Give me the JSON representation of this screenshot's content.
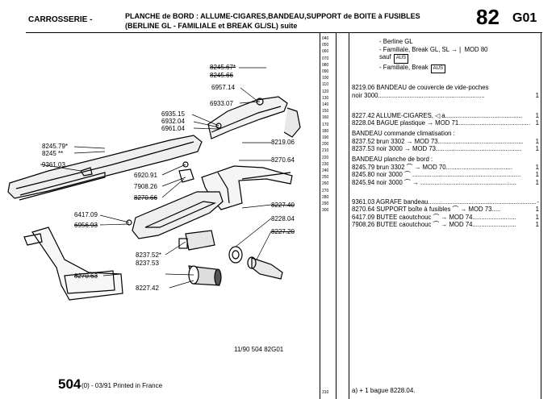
{
  "header": {
    "section": "CARROSSERIE -",
    "title_line1": "PLANCHE de BORD : ALLUME-CIGARES,BANDEAU,SUPPORT de BOITE à FUSIBLES",
    "title_line2": "(BERLINE GL - FAMILIALE et BREAK GL/SL) suite",
    "page_number": "82",
    "page_code": "G01"
  },
  "line_numbers": [
    "040",
    "050",
    "060",
    "070",
    "080",
    "090",
    "100",
    "110",
    "120",
    "130",
    "140",
    "150",
    "160",
    "170",
    "180",
    "190",
    "200",
    "210",
    "220",
    "230",
    "240",
    "250",
    "260",
    "270",
    "280",
    "290",
    "300"
  ],
  "applicability": {
    "l1": "- Berline GL",
    "l2": "- Familiale, Break GL, SL →❘ MOD 80",
    "l3_text": "sauf",
    "l3_box": "AUS",
    "l4_text": "- Familiale, Break",
    "l4_box": "AUS"
  },
  "parts": [
    {
      "text": "8219.06  BANDEAU de couvercle de vide-poches",
      "qty": ""
    },
    {
      "text": "             noir 3000.............................................................",
      "qty": "1"
    },
    {
      "text": "8227.42  ALLUME-CIGARES,  ◁ a............................................",
      "qty": "1"
    },
    {
      "text": "8228.04  BAGUE plastique → MOD 71.........................................",
      "qty": "1"
    },
    {
      "text": "             BANDEAU commande climatisation :",
      "qty": ""
    },
    {
      "text": "8237.52  brun 3302 → MOD 73.................................................",
      "qty": "1"
    },
    {
      "text": "8237.53  noir 3000 → MOD 73.................................................",
      "qty": "1"
    },
    {
      "text": "             BANDEAU planche de bord :",
      "qty": ""
    },
    {
      "text": "8245.79  brun 3302 ⌒ → MOD 70......................................",
      "qty": "1"
    },
    {
      "text": "8245.80  noir 3000 ⌒ ..............................................................",
      "qty": "1"
    },
    {
      "text": "8245.94  noir 3000 ⌒ → .......................................................",
      "qty": "1"
    },
    {
      "text": "9361.03  AGRAFE bandeau..............................................................",
      "qty": "-"
    },
    {
      "text": "8270.64  SUPPORT boîte à fusibles ⌒ → MOD 73.....",
      "qty": "1"
    },
    {
      "text": "6417.09  BUTEE caoutchouc ⌒ → MOD 74.........................",
      "qty": "1"
    },
    {
      "text": "7908.26  BUTEE caoutchouc ⌒ → MOD 74.........................",
      "qty": "1"
    }
  ],
  "callouts": {
    "c824567": "8245.67*",
    "c824566": "8245.66",
    "c695714": "6957.14",
    "c693307": "6933.07",
    "c693515": "6935.15",
    "c693204": "6932.04",
    "c696104": "6961.04",
    "c824579": "8245.79*",
    "c8245": "8245 **",
    "c936103": "9361.03",
    "c821906": "8219.06",
    "c827064": "8270.64",
    "c692091": "6920.91",
    "c790826": "7908.26",
    "c827066": "8270.66",
    "c641709": "6417.09",
    "c695693": "6956.93",
    "c822740": "8227.40",
    "c822804": "8228.04",
    "c822720": "8227.20",
    "c823752": "8237.52*",
    "c823753": "8237.53",
    "c827063": "8270.63",
    "c822742": "8227.42"
  },
  "reference": "11/90  504  82G01",
  "footer": {
    "main": "504",
    "tail": "(0) - 03/91 Printed in France",
    "last_line": "310",
    "footnote": "a)  +  1 bague 8228.04."
  }
}
